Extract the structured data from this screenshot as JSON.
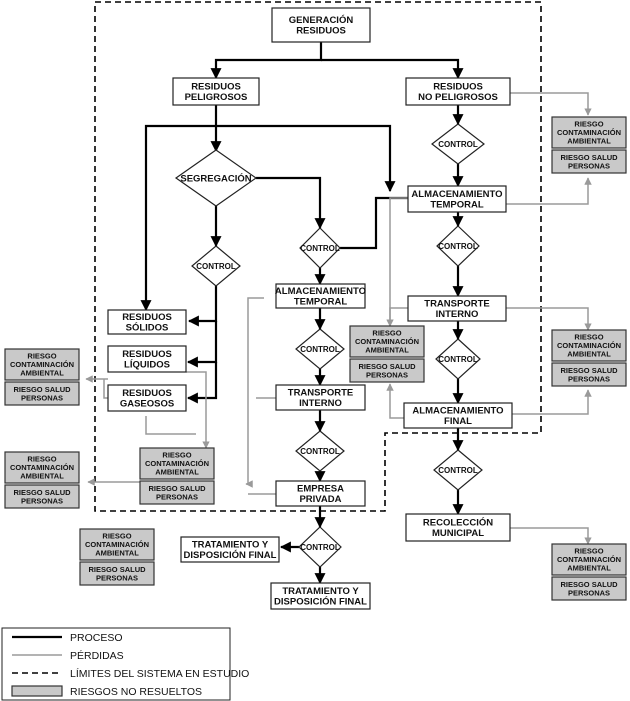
{
  "nodes": {
    "generacion": [
      "GENERACIÓN",
      "RESIDUOS"
    ],
    "peligrosos": [
      "RESIDUOS",
      "PELIGROSOS"
    ],
    "no_peligrosos": [
      "RESIDUOS",
      "NO PELIGROSOS"
    ],
    "segregacion": [
      "SEGREGACIÓN"
    ],
    "control": [
      "CONTROL"
    ],
    "solidos": [
      "RESIDUOS",
      "SÓLIDOS"
    ],
    "liquidos": [
      "RESIDUOS",
      "LÍQUIDOS"
    ],
    "gaseosos": [
      "RESIDUOS",
      "GASEOSOS"
    ],
    "almacenamiento_temporal": [
      "ALMACENAMIENTO",
      "TEMPORAL"
    ],
    "transporte_interno": [
      "TRANSPORTE",
      "INTERNO"
    ],
    "empresa_privada": [
      "EMPRESA",
      "PRIVADA"
    ],
    "tratamiento": [
      "TRATAMIENTO Y",
      "DISPOSICIÓN FINAL"
    ],
    "almacenamiento_final": [
      "ALMACENAMIENTO",
      "FINAL"
    ],
    "recoleccion": [
      "RECOLECCIÓN",
      "MUNICIPAL"
    ]
  },
  "risk": {
    "contaminacion": [
      "RIESGO",
      "CONTAMINACIÓN",
      "AMBIENTAL"
    ],
    "salud": [
      "RIESGO SALUD",
      "PERSONAS"
    ]
  },
  "legend": [
    {
      "key": "process",
      "label": "PROCESO"
    },
    {
      "key": "loss",
      "label": "PÉRDIDAS"
    },
    {
      "key": "boundary",
      "label": "LÍMITES DEL SISTEMA EN ESTUDIO"
    },
    {
      "key": "risk",
      "label": "RIESGOS NO RESUELTOS"
    }
  ],
  "colors": {
    "process": "#000000",
    "loss": "#9a9a9a",
    "risk_fill": "#c9c9c9"
  }
}
